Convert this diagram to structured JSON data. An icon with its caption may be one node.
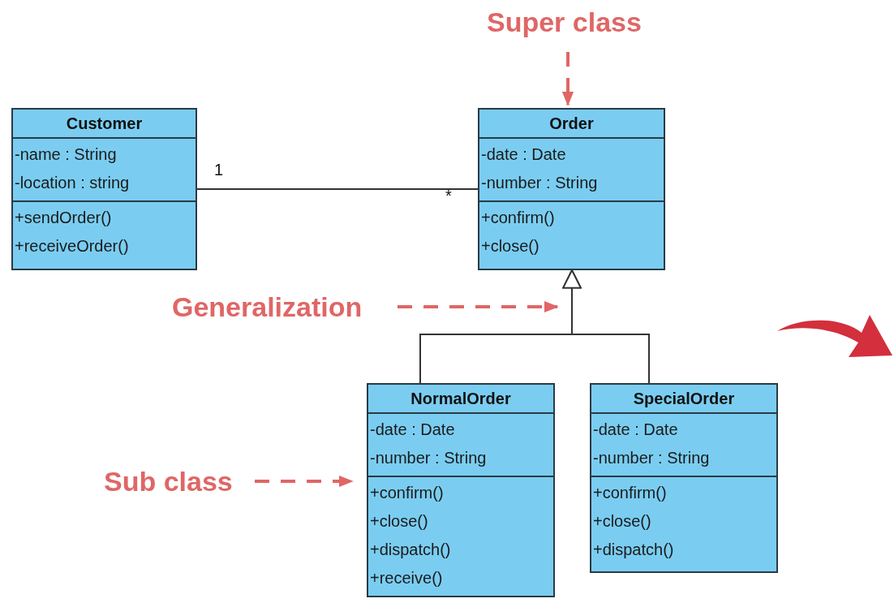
{
  "diagram": {
    "nodes": [
      {
        "text": [
          "Customer",
          "-name : String",
          "-location : string",
          "+sendOrder()",
          "+receiveOrder()"
        ]
      },
      {
        "text": [
          "Order",
          "-date : Date",
          "-number : String",
          "+confirm()",
          "+close()"
        ]
      },
      {
        "text": [
          "NormalOrder",
          "-date : Date",
          "-number : String",
          "+confirm()",
          "+close()",
          "+dispatch()",
          "+receive()"
        ]
      },
      {
        "text": [
          "SpecialOrder",
          "-date : Date",
          "-number : String",
          "+confirm()",
          "+close()",
          "+dispatch()"
        ]
      },
      {
        "text": [
          "Super class"
        ]
      },
      {
        "text": [
          "Generalization"
        ]
      },
      {
        "text": [
          "Sub class"
        ]
      }
    ],
    "edges": [
      {
        "from": 0,
        "to": 1,
        "arrow": "none"
      },
      {
        "from": 2,
        "to": 1,
        "arrow": "to"
      },
      {
        "from": 3,
        "to": 1,
        "arrow": "to"
      },
      {
        "from": 4,
        "to": 1,
        "arrow": "to",
        "style": "dashed",
        "color": "#e06666"
      },
      {
        "from": 5,
        "to": null,
        "arrow": "to",
        "style": "dashed",
        "color": "#e06666"
      },
      {
        "from": 6,
        "to": 2,
        "arrow": "to",
        "style": "dashed",
        "color": "#e06666"
      }
    ],
    "labels": [
      "1",
      "*"
    ]
  }
}
